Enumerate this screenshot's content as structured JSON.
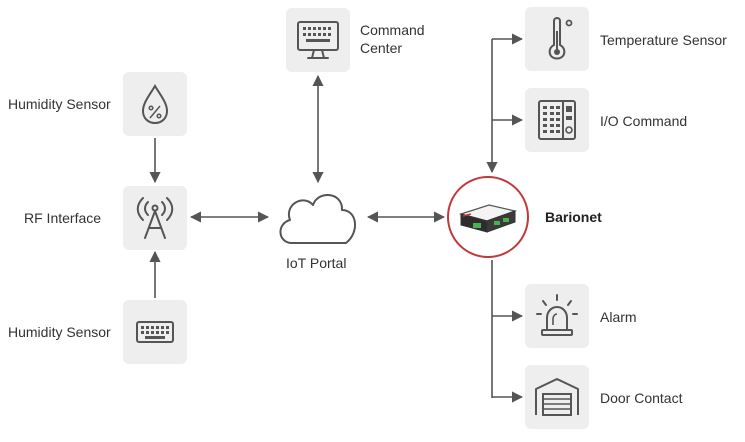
{
  "nodes": {
    "humidity_sensor_top": {
      "label": "Humidity Sensor",
      "icon": "water-drop-percent-icon"
    },
    "rf_interface": {
      "label": "RF Interface",
      "icon": "antenna-icon"
    },
    "humidity_sensor_bottom": {
      "label": "Humidity Sensor",
      "icon": "keyboard-icon"
    },
    "command_center": {
      "label_line1": "Command",
      "label_line2": "Center",
      "icon": "monitor-keyboard-icon"
    },
    "iot_portal": {
      "label": "IoT Portal",
      "icon": "cloud-icon"
    },
    "barionet": {
      "label": "Barionet",
      "icon": "barionet-device-icon",
      "ring_color": "#c0393b"
    },
    "temperature_sensor": {
      "label": "Temperature Sensor",
      "icon": "thermometer-icon"
    },
    "io_command": {
      "label": "I/O Command",
      "icon": "control-panel-icon"
    },
    "alarm": {
      "label": "Alarm",
      "icon": "siren-icon"
    },
    "door_contact": {
      "label": "Door Contact",
      "icon": "garage-door-icon"
    }
  },
  "colors": {
    "box_fill": "#eeeeee",
    "icon_stroke": "#555555",
    "connector": "#555555",
    "accent": "#c0393b"
  }
}
